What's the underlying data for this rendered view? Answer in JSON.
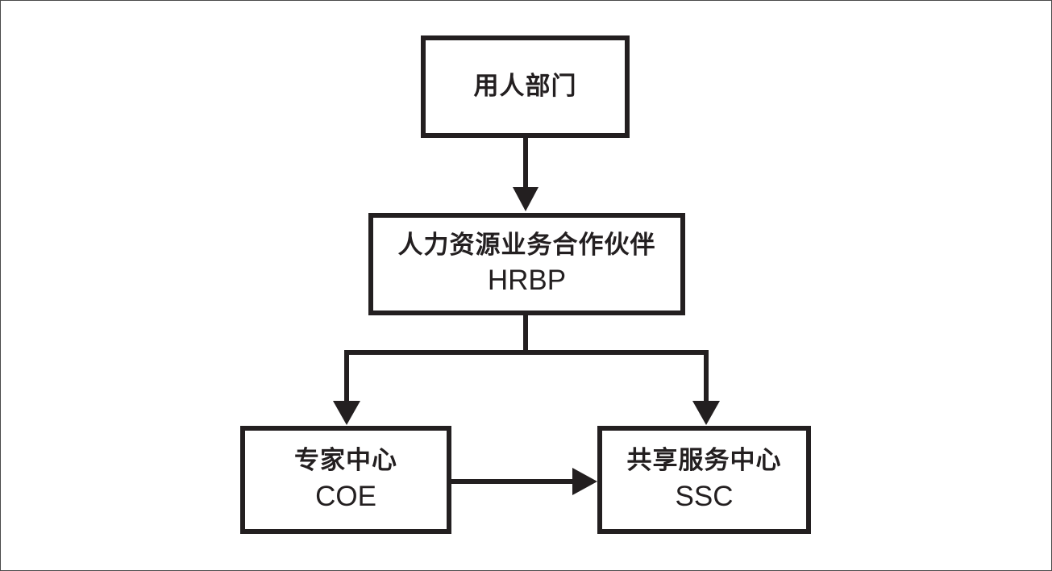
{
  "diagram": {
    "nodes": {
      "employing_department": {
        "title": "用人部门"
      },
      "hrbp": {
        "title": "人力资源业务合作伙伴",
        "abbr": "HRBP"
      },
      "coe": {
        "title": "专家中心",
        "abbr": "COE"
      },
      "ssc": {
        "title": "共享服务中心",
        "abbr": "SSC"
      }
    },
    "edges": [
      {
        "from": "employing_department",
        "to": "hrbp"
      },
      {
        "from": "hrbp",
        "to": "coe"
      },
      {
        "from": "hrbp",
        "to": "ssc"
      },
      {
        "from": "coe",
        "to": "ssc"
      }
    ],
    "colors": {
      "stroke": "#231f20",
      "background": "#ffffff",
      "frame": "#4a4a4a"
    }
  }
}
